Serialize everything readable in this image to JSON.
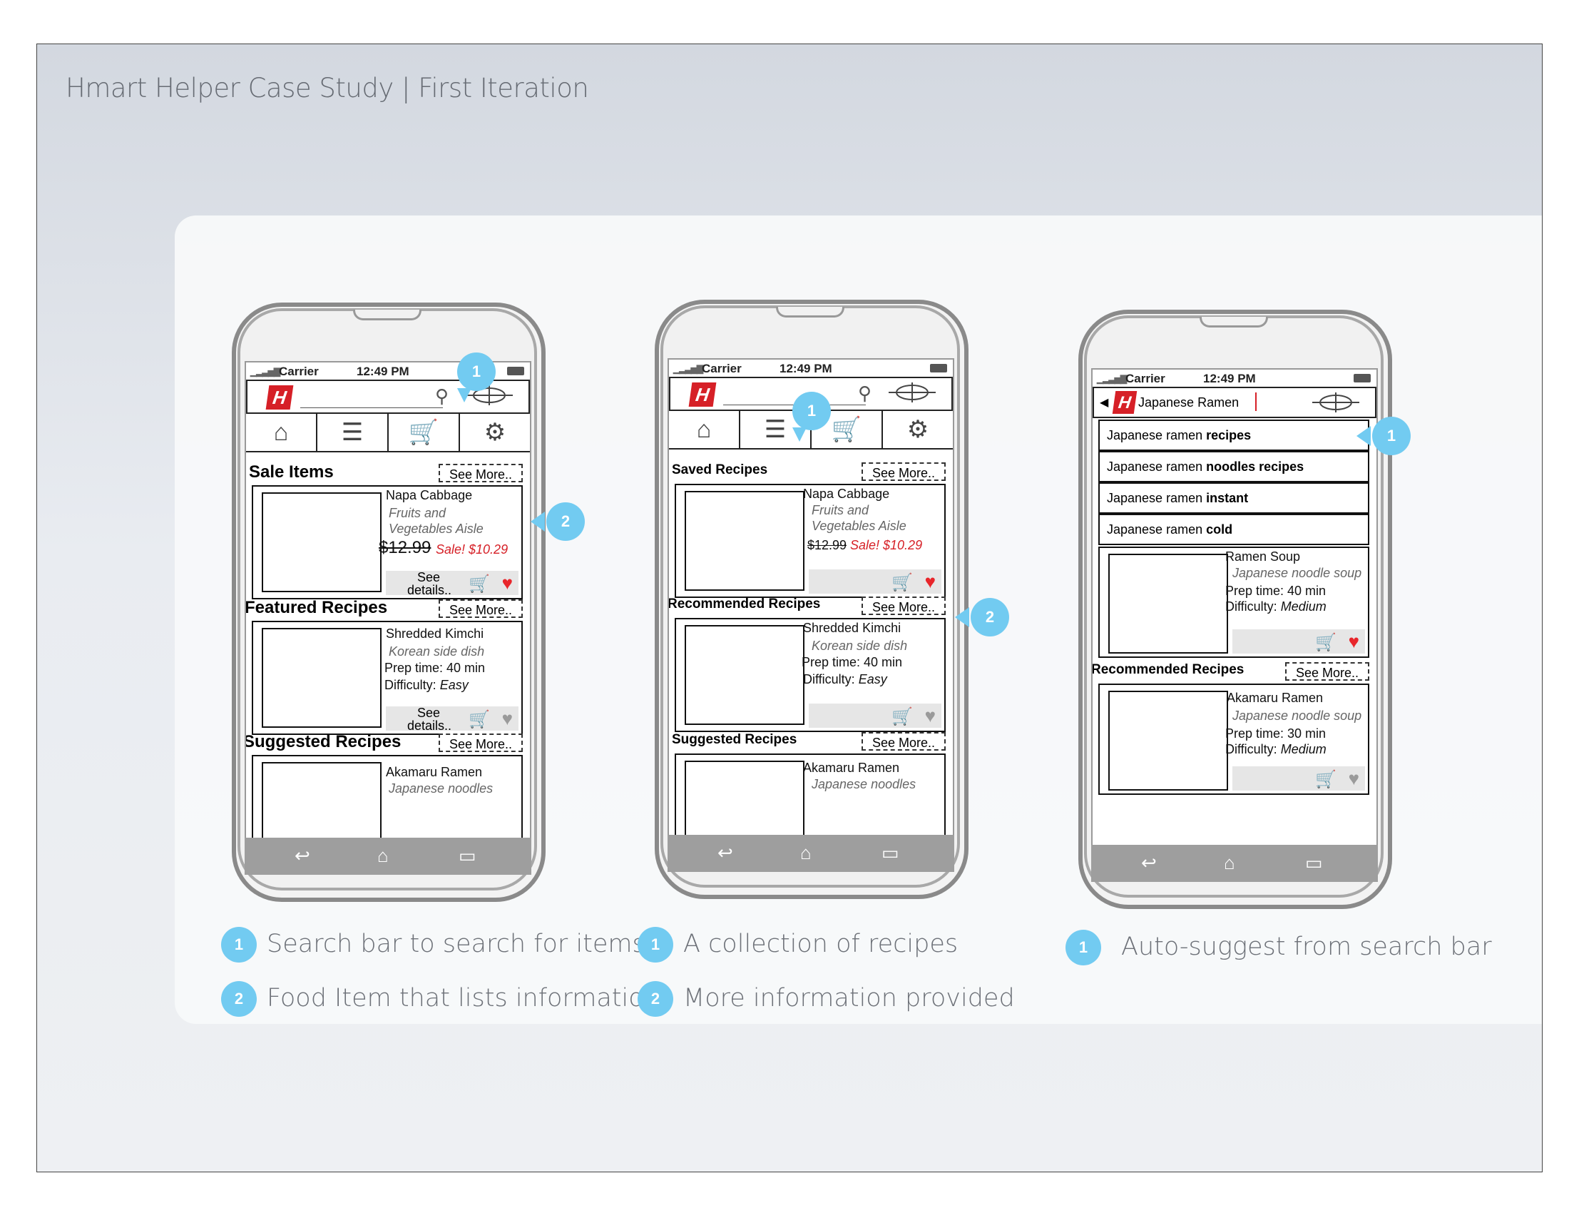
{
  "slide": {
    "title": "Hmart Helper Case Study | First Iteration"
  },
  "status": {
    "carrier": "Carrier",
    "time": "12:49 PM"
  },
  "phone1": {
    "sale_title": "Sale Items",
    "see_more": "See More..",
    "sale_item": {
      "name": "Napa Cabbage",
      "aisle_line1": "Fruits and",
      "aisle_line2": "Vegetables Aisle",
      "price_old": "$12.99",
      "price_sale": "Sale! $10.29",
      "see_details": "See details.."
    },
    "featured_title": "Featured Recipes",
    "featured_item": {
      "name": "Shredded Kimchi",
      "desc": "Korean side dish",
      "prep": "Prep time: 40 min",
      "difficulty_label": "Difficulty:",
      "difficulty": "Easy",
      "see_details": "See details.."
    },
    "suggested_title": "Suggested Recipes",
    "suggested_item": {
      "name": "Akamaru Ramen",
      "desc": "Japanese noodles"
    }
  },
  "phone2": {
    "saved_title": "Saved Recipes",
    "saved_item": {
      "name": "Napa Cabbage",
      "aisle_line1": "Fruits and",
      "aisle_line2": "Vegetables Aisle",
      "price_old": "$12.99",
      "price_sale": "Sale! $10.29"
    },
    "recommended_title": "Recommended Recipes",
    "recommended_item": {
      "name": "Shredded Kimchi",
      "desc": "Korean side dish",
      "prep": "Prep time: 40 min",
      "difficulty_label": "Difficulty:",
      "difficulty": "Easy"
    },
    "suggested_title": "Suggested Recipes",
    "suggested_item": {
      "name": "Akamaru Ramen",
      "desc": "Japanese noodles"
    }
  },
  "phone3": {
    "search_value": "Japanese Ramen",
    "suggestions": [
      {
        "prefix": "Japanese ramen ",
        "bold": "recipes"
      },
      {
        "prefix": "Japanese ramen ",
        "bold": "noodles recipes"
      },
      {
        "prefix": "Japanese ramen ",
        "bold": "instant"
      },
      {
        "prefix": "Japanese ramen ",
        "bold": "cold"
      }
    ],
    "top_item": {
      "name": "Ramen Soup",
      "desc": "Japanese noodle soup",
      "prep": "Prep time: 40 min",
      "difficulty_label": "Difficulty:",
      "difficulty": "Medium"
    },
    "recommended_title": "Recommended Recipes",
    "recommended_item": {
      "name": "Akamaru Ramen",
      "desc": "Japanese noodle soup",
      "prep": "Prep time: 30 min",
      "difficulty_label": "Difficulty:",
      "difficulty": "Medium"
    }
  },
  "callouts": {
    "one": "1",
    "two": "2"
  },
  "legend": {
    "col1": [
      "Search bar to search for items",
      "Food Item that lists information"
    ],
    "col2": [
      "A collection of recipes",
      "More information provided"
    ],
    "col3": [
      "Auto-suggest from search bar"
    ]
  },
  "colors": {
    "callout": "#72cbf1",
    "brand_red": "#d62027",
    "sale_red": "#d62027"
  },
  "icons": [
    "signal-icon",
    "battery-icon",
    "hmart-logo-icon",
    "search-icon",
    "barcode-scan-icon",
    "home-icon",
    "list-icon",
    "cart-icon",
    "gear-icon",
    "heart-icon",
    "back-icon",
    "android-home-icon",
    "recent-apps-icon"
  ]
}
